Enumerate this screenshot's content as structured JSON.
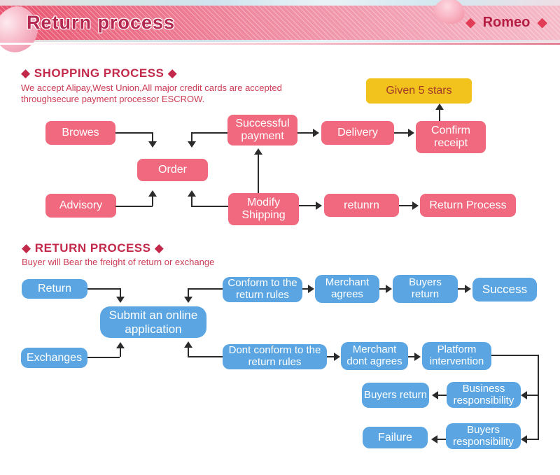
{
  "header": {
    "title": "Return process",
    "brand": "Romeo",
    "diamond": "◆"
  },
  "colors": {
    "banner_left": "#e9536f",
    "banner_right": "#f5bac8",
    "title_text": "#b42850",
    "brand_text": "#b51e44",
    "diamond": "#e23b55",
    "heading": "#c2294a",
    "body_text": "#cb3c55",
    "pink_node": "#f0697e",
    "blue_node": "#5ba6e2",
    "yellow_node": "#f2c31c",
    "yellow_node_text": "#a2392a",
    "line": "#2b2b2b"
  },
  "shopping": {
    "heading": "◆ SHOPPING PROCESS ◆",
    "desc1": "We accept Alipay,West Union,All major credit cards are accepted",
    "desc2": "throughsecure payment processor ESCROW.",
    "nodes": {
      "browes": "Browes",
      "order": "Order",
      "advisory": "Advisory",
      "successful_payment": "Successful payment",
      "modify_shipping": "Modify Shipping",
      "delivery": "Delivery",
      "confirm_receipt": "Confirm receipt",
      "given_5_stars": "Given 5 stars",
      "retunrn": "retunrn",
      "return_process": "Return Process"
    }
  },
  "return_flow": {
    "heading": "◆ RETURN PROCESS ◆",
    "desc": "Buyer will Bear the freight of return or exchange",
    "nodes": {
      "return": "Return",
      "exchanges": "Exchanges",
      "submit": "Submit an online application",
      "conform": "Conform to the return rules",
      "dont_conform": "Dont conform to the return rules",
      "merchant_agrees": "Merchant agrees",
      "merchant_dont_agrees": "Merchant dont agrees",
      "buyers_return_1": "Buyers return",
      "success": "Success",
      "platform_intervention": "Platform intervention",
      "business_responsibility": "Business responsibility",
      "buyers_return_2": "Buyers return",
      "buyers_responsibility": "Buyers responsibility",
      "failure": "Failure"
    }
  }
}
